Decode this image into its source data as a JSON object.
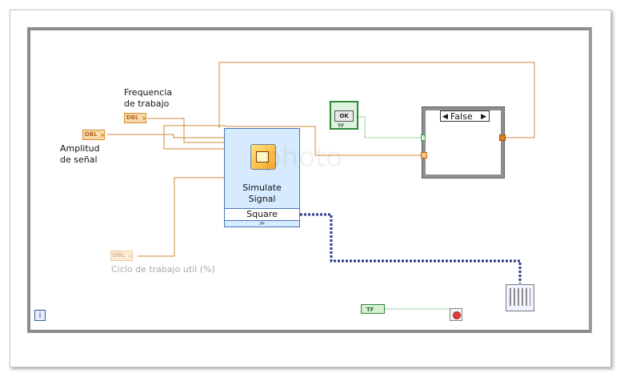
{
  "block_diagram": {
    "controls": {
      "frequency_label": "Frequencia",
      "frequency_label2": "de trabajo",
      "amplitude_label": "Amplitud",
      "amplitude_label2": "de señal",
      "duty_label": "Ciclo de trabajo util (%)",
      "dbl_tag": "DBL"
    },
    "express_vi": {
      "title_line1": "Simulate",
      "title_line2": "Signal",
      "output": "Square",
      "expand_glyph": "≫"
    },
    "ok_button": {
      "label": "OK",
      "tf": "TF"
    },
    "case_structure": {
      "selector_value": "False",
      "left_arrow": "◀",
      "right_arrow": "▶"
    },
    "boolean_constant": {
      "label": "TF"
    },
    "iteration_terminal": {
      "label": "i"
    },
    "watermark": "photo"
  }
}
